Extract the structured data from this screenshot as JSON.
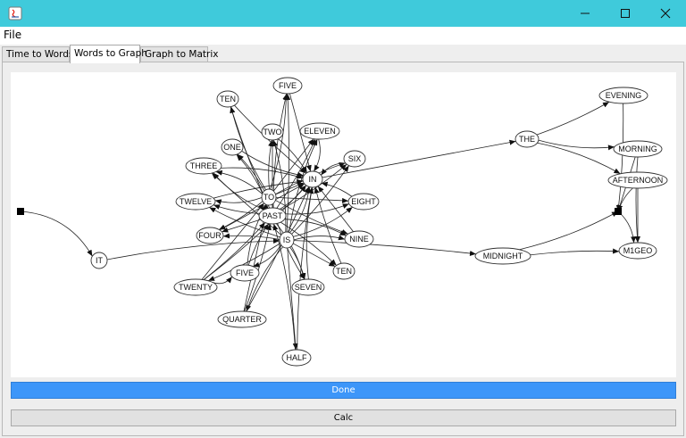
{
  "window": {
    "title_color": "#3fcadb"
  },
  "menu": {
    "file_label": "File"
  },
  "tabs": [
    {
      "label": "Time to Words",
      "active": false
    },
    {
      "label": "Words to Graph",
      "active": true
    },
    {
      "label": "Graph to Matrix",
      "active": false
    }
  ],
  "graph": {
    "nodes": [
      {
        "id": "FIVE_TOP",
        "label": "FIVE"
      },
      {
        "id": "TEN_TOP",
        "label": "TEN"
      },
      {
        "id": "TWO",
        "label": "TWO"
      },
      {
        "id": "ELEVEN",
        "label": "ELEVEN"
      },
      {
        "id": "ONE",
        "label": "ONE"
      },
      {
        "id": "SIX",
        "label": "SIX"
      },
      {
        "id": "THREE",
        "label": "THREE"
      },
      {
        "id": "IN",
        "label": "IN"
      },
      {
        "id": "TO",
        "label": "TO"
      },
      {
        "id": "TWELVE",
        "label": "TWELVE"
      },
      {
        "id": "EIGHT",
        "label": "EIGHT"
      },
      {
        "id": "PAST",
        "label": "PAST"
      },
      {
        "id": "FOUR",
        "label": "FOUR"
      },
      {
        "id": "IS",
        "label": "IS"
      },
      {
        "id": "NINE",
        "label": "NINE"
      },
      {
        "id": "IT",
        "label": "IT"
      },
      {
        "id": "TEN_LOW",
        "label": "TEN"
      },
      {
        "id": "FIVE_LOW",
        "label": "FIVE"
      },
      {
        "id": "TWENTY",
        "label": "TWENTY"
      },
      {
        "id": "SEVEN",
        "label": "SEVEN"
      },
      {
        "id": "QUARTER",
        "label": "QUARTER"
      },
      {
        "id": "HALF",
        "label": "HALF"
      },
      {
        "id": "THE",
        "label": "THE"
      },
      {
        "id": "EVENING",
        "label": "EVENING"
      },
      {
        "id": "MORNING",
        "label": "MORNING"
      },
      {
        "id": "AFTERNOON",
        "label": "AFTERNOON"
      },
      {
        "id": "MIDNIGHT",
        "label": "MIDNIGHT"
      },
      {
        "id": "M1GEO",
        "label": "M1GEO"
      }
    ]
  },
  "status_bar": {
    "label": "Done",
    "color": "#3d96f9"
  },
  "calc_button": {
    "label": "Calc"
  }
}
